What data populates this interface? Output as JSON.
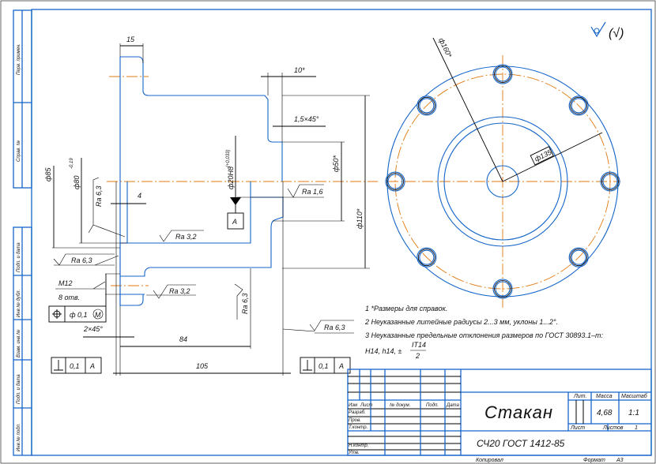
{
  "title_block": {
    "name": "Стакан",
    "material": "СЧ20 ГОСТ 1412-85",
    "lit_label": "Лит.",
    "mass_label": "Масса",
    "scale_label": "Масштаб",
    "mass": "4,68",
    "scale": "1:1",
    "sheet_label": "Лист",
    "sheets_label": "Листов",
    "sheets": "1",
    "col_izm": "Изм",
    "col_list": "Лист",
    "col_doc": "№ докум.",
    "col_sign": "Подп.",
    "col_date": "Дата",
    "role_dev": "Разраб.",
    "role_check": "Пров.",
    "role_tcontrol": "Т.контр.",
    "role_ncontrol": "Н.контр.",
    "role_approve": "Утв.",
    "copied": "Копировал",
    "format_label": "Формат",
    "format": "А3"
  },
  "side_stamp": {
    "perv_primen": "Перв. примен.",
    "sprav": "Справ. №",
    "podp_data_1": "Подп. и дата",
    "inv_dubl": "Инв.№ дубл.",
    "vzam_inv": "Взам. инв.№",
    "podp_data_2": "Подп. и дата",
    "inv_podl": "Инв.№ подл."
  },
  "notes": {
    "n1": "1  *Размеры для справок.",
    "n2": "2  Неуказанные литейные радиусы 2...3 мм, уклоны 1...2°.",
    "n3": "3  Неуказанные предельные отклонения размеров по ГОСТ 30893.1–m:",
    "n4": "H14, h14, ±",
    "frac_num": "IT14",
    "frac_den": "2"
  },
  "dimensions": {
    "d15": "15",
    "d10": "10*",
    "chamfer_15": "1,5×45°",
    "d20": "ф20H8",
    "d20_tol": "(+0,033)",
    "d50": "ф50*",
    "d110": "ф110*",
    "d85": "ф85",
    "d80": "ф80",
    "d80_tol": "-0,19",
    "d4": "4",
    "m12": "M12",
    "holes": "8 отв.",
    "chamfer_2": "2×45°",
    "d84": "84",
    "d105": "105",
    "d160": "ф160*",
    "d135": "ф135"
  },
  "roughness": {
    "ra63_left": "Ra 6,3",
    "ra63_vert_left": "Ra 6,3",
    "ra32_top": "Ra 3,2",
    "ra32_low": "Ra 3,2",
    "ra63_vert": "Ra 6,3",
    "ra63_right": "Ra 6,3",
    "ra16": "Ra 1,6",
    "general": "(√)"
  },
  "tolerances": {
    "position_value": "ф 0,1",
    "position_mod": "M",
    "perp_left_value": "0,1",
    "perp_left_datum": "A",
    "perp_right_value": "0,1",
    "perp_right_datum": "A",
    "datum": "A"
  },
  "colors": {
    "outline": "#1565c9",
    "axis": "#e07a10"
  }
}
